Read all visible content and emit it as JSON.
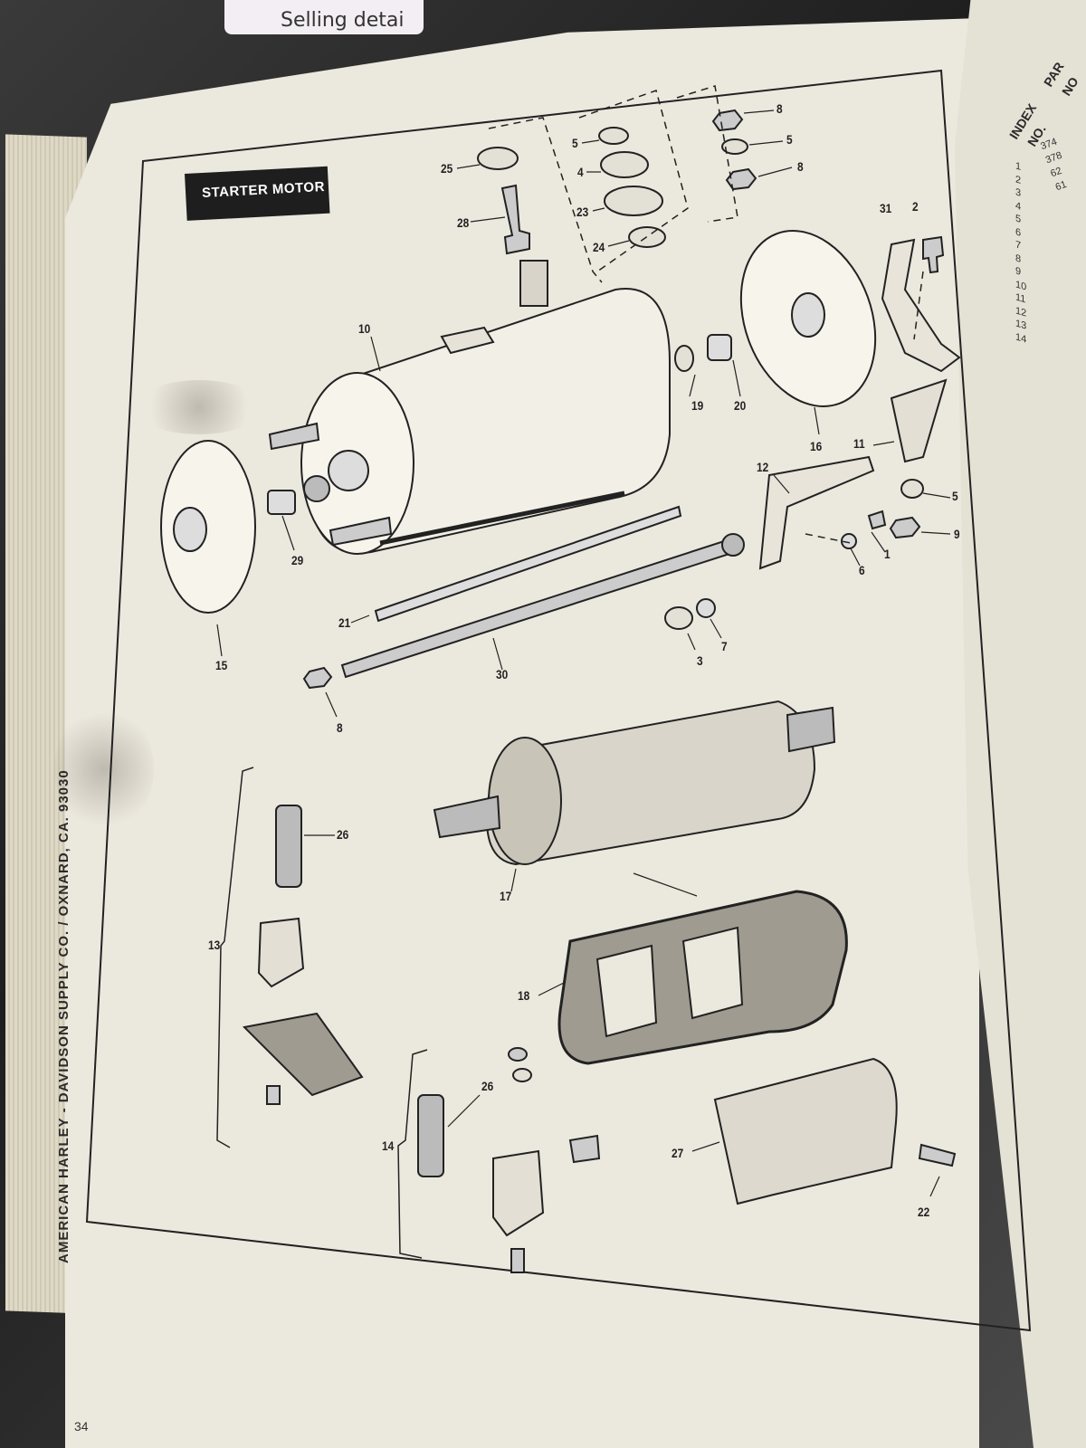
{
  "screen": {
    "tab_text": "Selling detai"
  },
  "manual": {
    "title": "STARTER MOTOR",
    "margin_text": "AMERICAN HARLEY - DAVIDSON SUPPLY CO. / OXNARD, CA. 93030",
    "page_number": "34"
  },
  "right_page": {
    "header_index": "INDEX",
    "header_no": "NO.",
    "header_part": "PAR",
    "header_part_no": "NO",
    "index_numbers": [
      "1",
      "2",
      "3",
      "4",
      "5",
      "6",
      "7",
      "8",
      "9",
      "10",
      "11",
      "12",
      "13",
      "14"
    ],
    "part_fragments": [
      "374",
      "378",
      "62",
      "61"
    ]
  },
  "callouts": [
    "25",
    "28",
    "5",
    "4",
    "23",
    "24",
    "8",
    "5",
    "8",
    "31",
    "2",
    "10",
    "19",
    "20",
    "16",
    "11",
    "12",
    "5",
    "9",
    "1",
    "6",
    "29",
    "15",
    "21",
    "30",
    "3",
    "7",
    "8",
    "26",
    "17",
    "13",
    "18",
    "26",
    "14",
    "27",
    "22"
  ]
}
